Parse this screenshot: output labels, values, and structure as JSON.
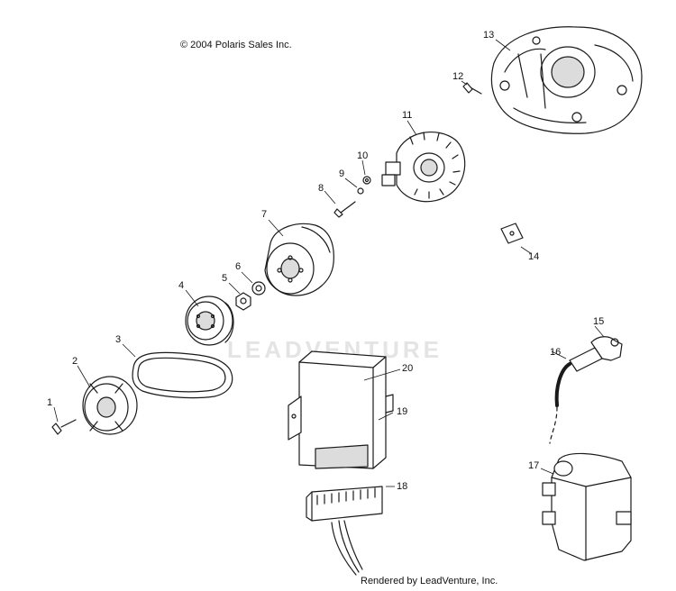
{
  "copyright": "© 2004 Polaris Sales Inc.",
  "rendered_by": "Rendered by LeadVenture, Inc.",
  "watermark": "LEADVENTURE",
  "colors": {
    "line": "#1a1a1a",
    "fill": "#ffffff",
    "shade": "#dcdcdc",
    "watermark": "#e4e4e4"
  },
  "callouts": [
    {
      "id": "1",
      "label": "1"
    },
    {
      "id": "2",
      "label": "2"
    },
    {
      "id": "3",
      "label": "3"
    },
    {
      "id": "4",
      "label": "4"
    },
    {
      "id": "5",
      "label": "5"
    },
    {
      "id": "6",
      "label": "6"
    },
    {
      "id": "7",
      "label": "7"
    },
    {
      "id": "8",
      "label": "8"
    },
    {
      "id": "9",
      "label": "9"
    },
    {
      "id": "10",
      "label": "10"
    },
    {
      "id": "11",
      "label": "11"
    },
    {
      "id": "12",
      "label": "12"
    },
    {
      "id": "13",
      "label": "13"
    },
    {
      "id": "14",
      "label": "14"
    },
    {
      "id": "15",
      "label": "15"
    },
    {
      "id": "16",
      "label": "16"
    },
    {
      "id": "17",
      "label": "17"
    },
    {
      "id": "18",
      "label": "18"
    },
    {
      "id": "19",
      "label": "19"
    },
    {
      "id": "20",
      "label": "20"
    }
  ]
}
